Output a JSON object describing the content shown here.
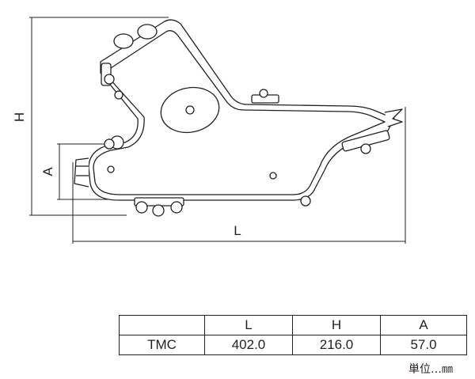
{
  "dimension_labels": {
    "H": "H",
    "A": "A",
    "L": "L"
  },
  "table": {
    "headers": [
      "",
      "L",
      "H",
      "A"
    ],
    "rows": [
      [
        "TMC",
        "402.0",
        "216.0",
        "57.0"
      ]
    ]
  },
  "unit_note": "単位…㎜",
  "colors": {
    "line": "#231f20",
    "background": "#ffffff"
  }
}
